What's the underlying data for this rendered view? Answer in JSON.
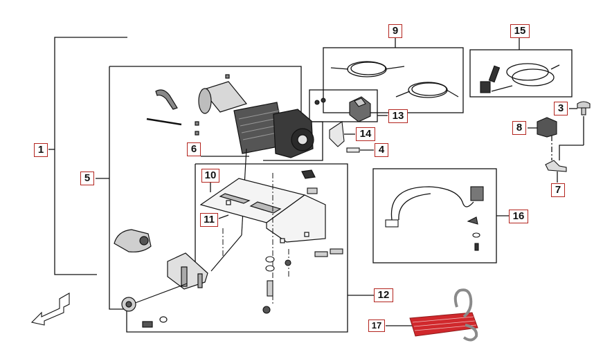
{
  "callouts": [
    {
      "id": "1",
      "text": "1"
    },
    {
      "id": "3",
      "text": "3"
    },
    {
      "id": "4",
      "text": "4"
    },
    {
      "id": "5",
      "text": "5"
    },
    {
      "id": "6",
      "text": "6"
    },
    {
      "id": "7",
      "text": "7"
    },
    {
      "id": "8",
      "text": "8"
    },
    {
      "id": "9",
      "text": "9"
    },
    {
      "id": "10",
      "text": "10"
    },
    {
      "id": "11",
      "text": "11"
    },
    {
      "id": "12",
      "text": "12"
    },
    {
      "id": "13",
      "text": "13"
    },
    {
      "id": "14",
      "text": "14"
    },
    {
      "id": "15",
      "text": "15"
    },
    {
      "id": "16",
      "text": "16"
    },
    {
      "id": "17",
      "text": "17"
    }
  ],
  "colors": {
    "callout_border": "#b3231d",
    "line": "#111111",
    "strap": "#d0282c",
    "hook": "#8a8a8a"
  },
  "icons": [
    "front-direction-arrow-icon",
    "winch-drum-icon",
    "strap-hook-icon"
  ]
}
